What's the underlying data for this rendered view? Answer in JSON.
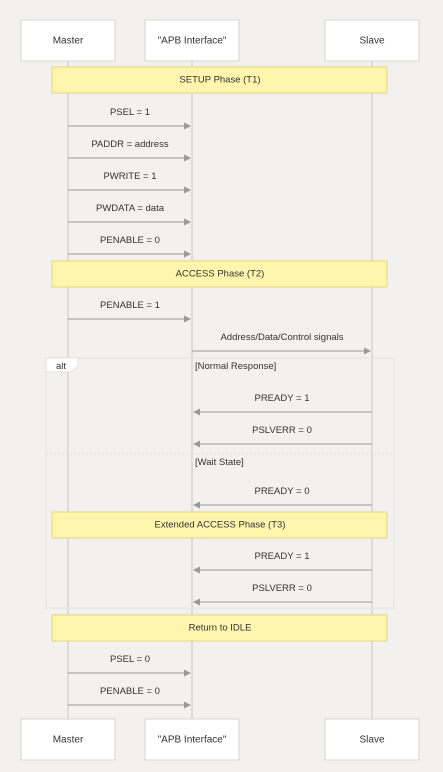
{
  "actors": [
    {
      "id": "master",
      "label": "Master"
    },
    {
      "id": "apb",
      "label": "\"APB Interface\""
    },
    {
      "id": "slave",
      "label": "Slave"
    }
  ],
  "notes": {
    "setup": "SETUP Phase (T1)",
    "access": "ACCESS Phase (T2)",
    "extended": "Extended ACCESS Phase (T3)",
    "idle": "Return to IDLE"
  },
  "messages": [
    {
      "label": "PSEL = 1",
      "from": "master",
      "to": "apb"
    },
    {
      "label": "PADDR = address",
      "from": "master",
      "to": "apb"
    },
    {
      "label": "PWRITE = 1",
      "from": "master",
      "to": "apb"
    },
    {
      "label": "PWDATA = data",
      "from": "master",
      "to": "apb"
    },
    {
      "label": "PENABLE = 0",
      "from": "master",
      "to": "apb"
    },
    {
      "label": "PENABLE = 1",
      "from": "master",
      "to": "apb"
    },
    {
      "label": "Address/Data/Control signals",
      "from": "apb",
      "to": "slave"
    },
    {
      "label": "PREADY = 1",
      "from": "slave",
      "to": "apb"
    },
    {
      "label": "PSLVERR = 0",
      "from": "slave",
      "to": "apb"
    },
    {
      "label": "PREADY = 0",
      "from": "slave",
      "to": "apb"
    },
    {
      "label": "PREADY = 1",
      "from": "slave",
      "to": "apb"
    },
    {
      "label": "PSLVERR = 0",
      "from": "slave",
      "to": "apb"
    },
    {
      "label": "PSEL = 0",
      "from": "master",
      "to": "apb"
    },
    {
      "label": "PENABLE = 0",
      "from": "master",
      "to": "apb"
    }
  ],
  "alt": {
    "label": "alt",
    "conditions": [
      "[Normal Response]",
      "[Wait State]"
    ]
  }
}
